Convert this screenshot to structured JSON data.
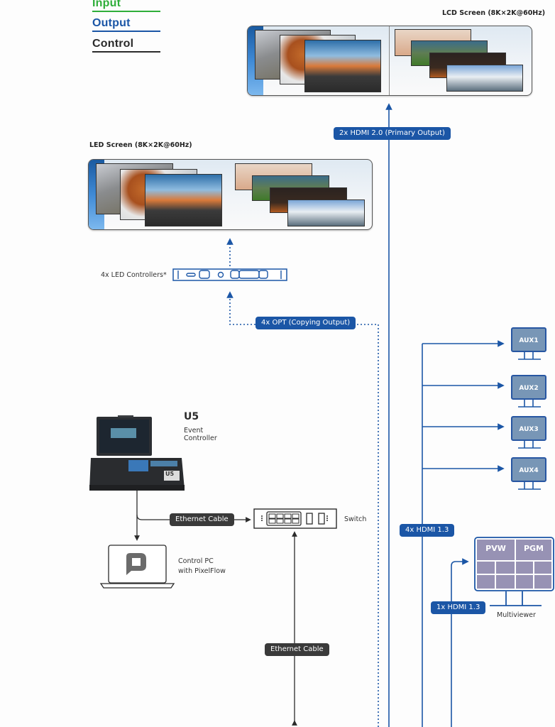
{
  "legend": [
    {
      "label": "Input",
      "color": "#2fae3a"
    },
    {
      "label": "Output",
      "color": "#1b56a6"
    },
    {
      "label": "Control",
      "color": "#2b2b2b"
    }
  ],
  "lcd_screen": {
    "title": "LCD Screen (8K×2K@60Hz)"
  },
  "led_screen": {
    "title": "LED Screen (8K×2K@60Hz)"
  },
  "connections": {
    "primary_output": "2x HDMI 2.0 (Primary Output)",
    "copying_output": "4x OPT (Copying Output)",
    "aux_output": "4x HDMI 1.3",
    "multiviewer_output": "1x HDMI 1.3",
    "ethernet_1": "Ethernet Cable",
    "ethernet_2": "Ethernet Cable"
  },
  "devices": {
    "led_controllers": "4x LED Controllers*",
    "event_controller": {
      "name": "U5",
      "desc_line1": "Event",
      "desc_line2": "Controller",
      "badge": "U5"
    },
    "control_pc": {
      "line1": "Control PC",
      "line2": "with PixelFlow"
    },
    "switch": "Switch",
    "multiviewer": {
      "label": "Multiviewer",
      "pvw": "PVW",
      "pgm": "PGM"
    }
  },
  "aux_monitors": [
    "AUX1",
    "AUX2",
    "AUX3",
    "AUX4"
  ],
  "colors": {
    "output_blue": "#1b56a6",
    "control_dark": "#3a3a3a",
    "aux_fill": "#7896b6",
    "multiviewer_fill": "#9792b4"
  }
}
